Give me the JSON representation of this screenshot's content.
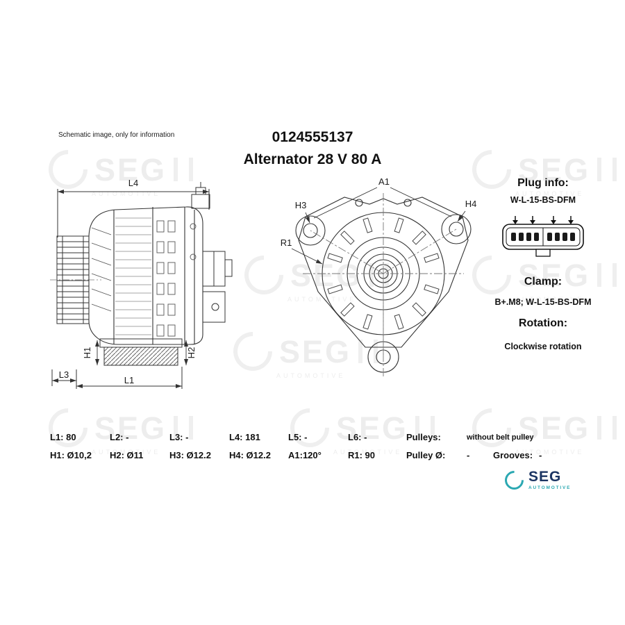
{
  "header": {
    "disclaimer": "Schematic image, only for information",
    "part_number": "0124555137",
    "title": "Alternator 28 V 80 A"
  },
  "dimensions": {
    "l4": "L4",
    "l3": "L3",
    "l1": "L1",
    "h1": "H1",
    "h2": "H2",
    "a1": "A1",
    "h3": "H3",
    "h4": "H4",
    "r1": "R1"
  },
  "info_panel": {
    "plug_heading": "Plug info:",
    "plug_value": "W-L-15-BS-DFM",
    "clamp_heading": "Clamp:",
    "clamp_value": "B+.M8; W-L-15-BS-DFM",
    "rotation_heading": "Rotation:",
    "rotation_value": "Clockwise rotation"
  },
  "specs": {
    "row1": [
      "L1: 80",
      "L2: -",
      "L3: -",
      "L4: 181",
      "L5: -",
      "L6: -"
    ],
    "pulleys_label": "Pulleys:",
    "pulleys_value": "without belt pulley",
    "row2": [
      "H1: Ø10,2",
      "H2: Ø11",
      "H3: Ø12.2",
      "H4: Ø12.2",
      "A1:120°",
      "R1: 90"
    ],
    "pulley_diameter_label": "Pulley Ø:",
    "pulley_diameter_value": "-",
    "grooves_label": "Grooves:",
    "grooves_value": "-"
  },
  "logo": {
    "text": "SEG",
    "subtext": "AUTOMOTIVE"
  },
  "watermark": {
    "text": "SEG",
    "subtext": "AUTOMOTIVE"
  }
}
